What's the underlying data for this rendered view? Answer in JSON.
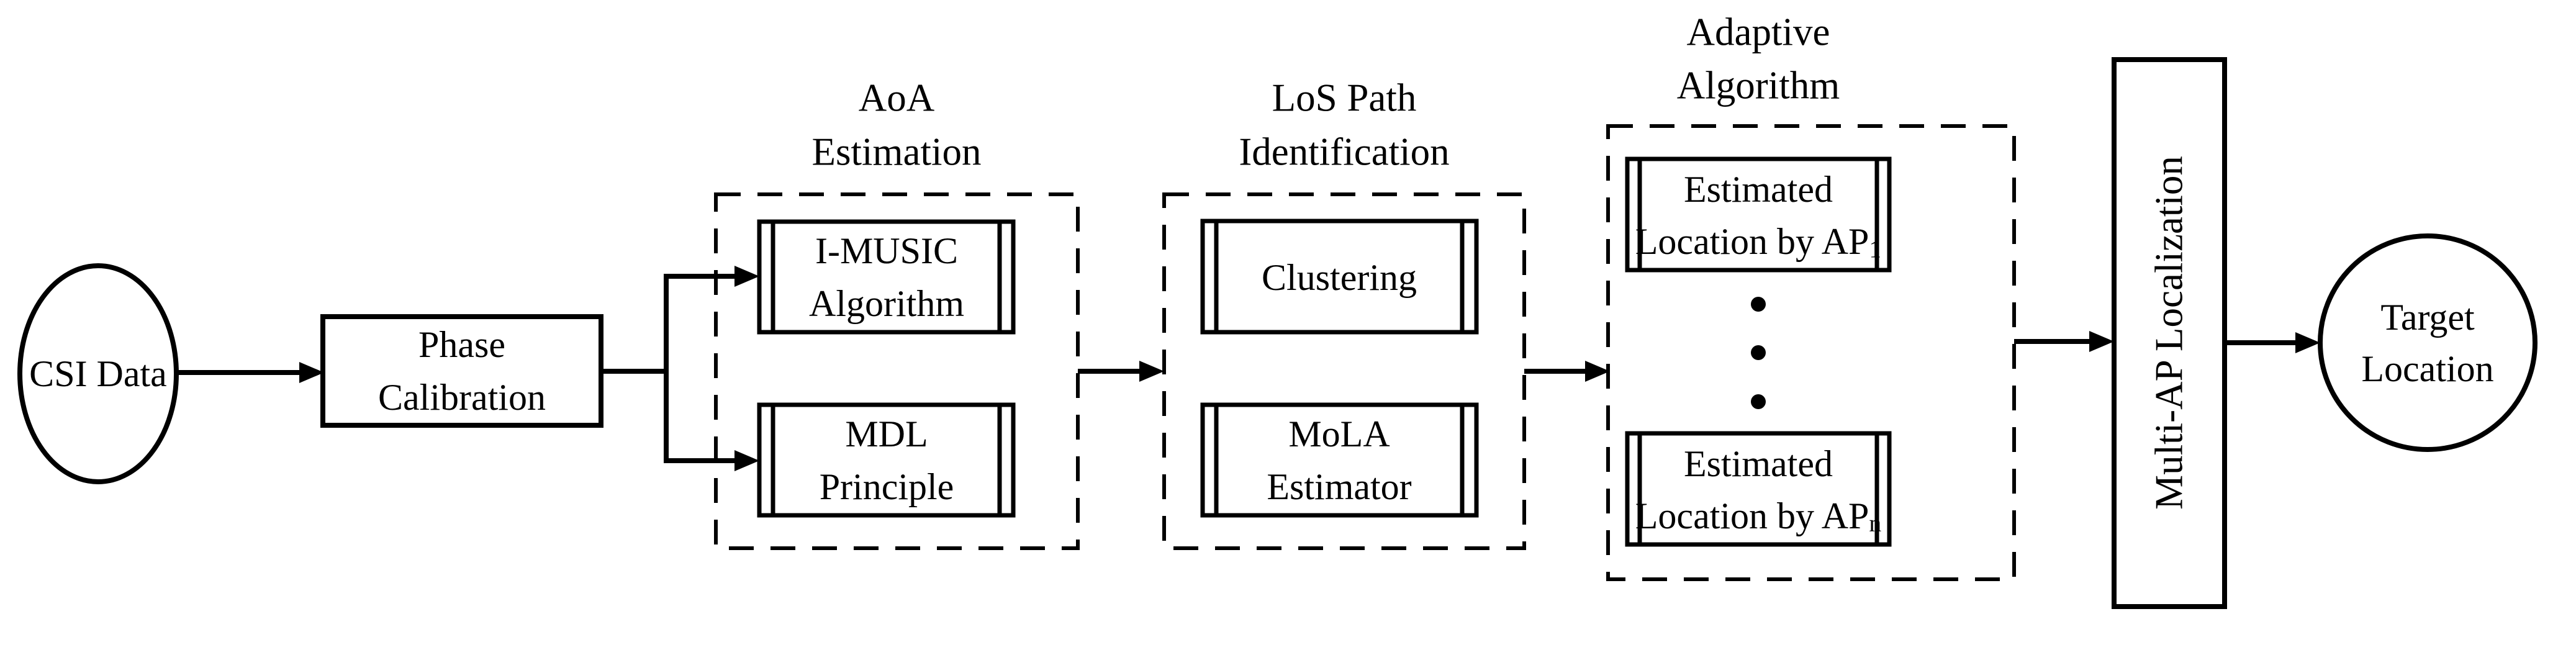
{
  "page": {
    "background": "#ffffff",
    "ink": "#000000"
  },
  "flow": {
    "csi": {
      "label": "CSI Data"
    },
    "phase": {
      "line1": "Phase",
      "line2": "Calibration"
    },
    "aoa": {
      "title1": "AoA",
      "title2": "Estimation",
      "imusic1": "I-MUSIC",
      "imusic2": "Algorithm",
      "mdl1": "MDL",
      "mdl2": "Principle"
    },
    "los": {
      "title1": "LoS Path",
      "title2": "Identification",
      "clustering": "Clustering",
      "mola1": "MoLA",
      "mola2": "Estimator"
    },
    "adaptive": {
      "title1": "Adaptive",
      "title2": "Algorithm",
      "ap1_line1": "Estimated",
      "ap1_line2": "Location by AP",
      "ap1_sub": "1",
      "apn_line1": "Estimated",
      "apn_line2": "Location by AP",
      "apn_sub": "n",
      "dots": 3
    },
    "multiap": {
      "label": "Multi-AP Localization"
    },
    "target": {
      "line1": "Target",
      "line2": "Location"
    }
  }
}
